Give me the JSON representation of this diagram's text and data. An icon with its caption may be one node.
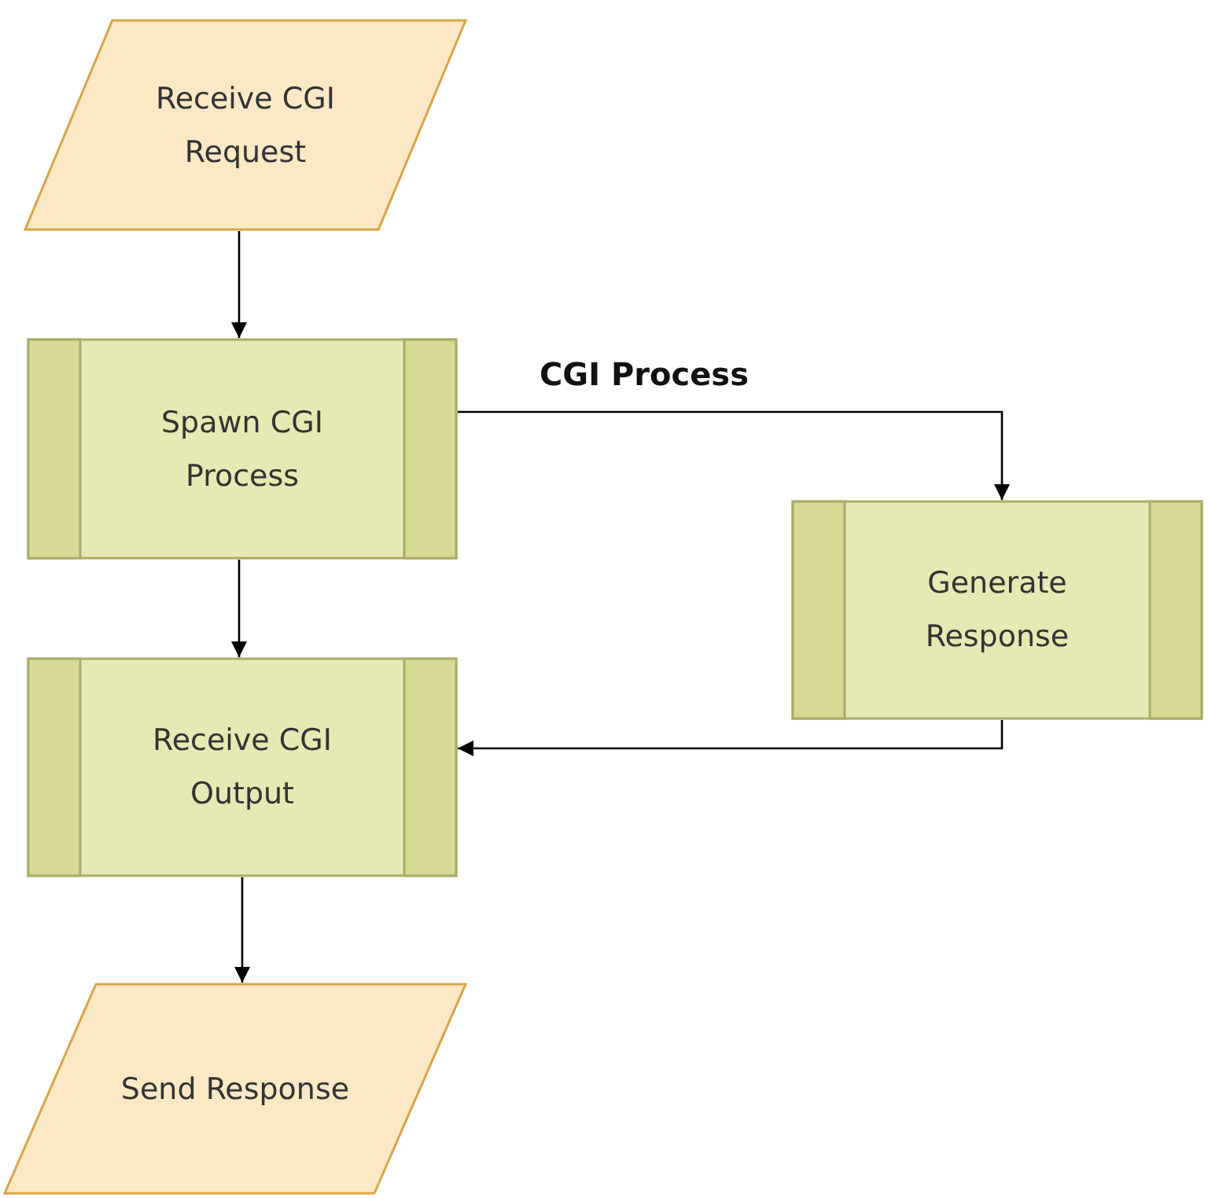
{
  "diagram": {
    "nodes": [
      {
        "text": [
          "Receive CGI Request"
        ]
      },
      {
        "text": [
          "Spawn CGI Process"
        ]
      },
      {
        "text": [
          "Generate Response"
        ]
      },
      {
        "text": [
          "Receive CGI Output"
        ]
      },
      {
        "text": [
          "Send Response"
        ]
      }
    ],
    "edges": [
      {
        "from": 0,
        "to": 1,
        "arrow": "to"
      },
      {
        "from": 1,
        "to": 2,
        "arrow": "to",
        "label": "CGI Process"
      },
      {
        "from": 1,
        "to": 3,
        "arrow": "to"
      },
      {
        "from": 2,
        "to": 3,
        "arrow": "to"
      },
      {
        "from": 3,
        "to": 4,
        "arrow": "to"
      }
    ]
  }
}
